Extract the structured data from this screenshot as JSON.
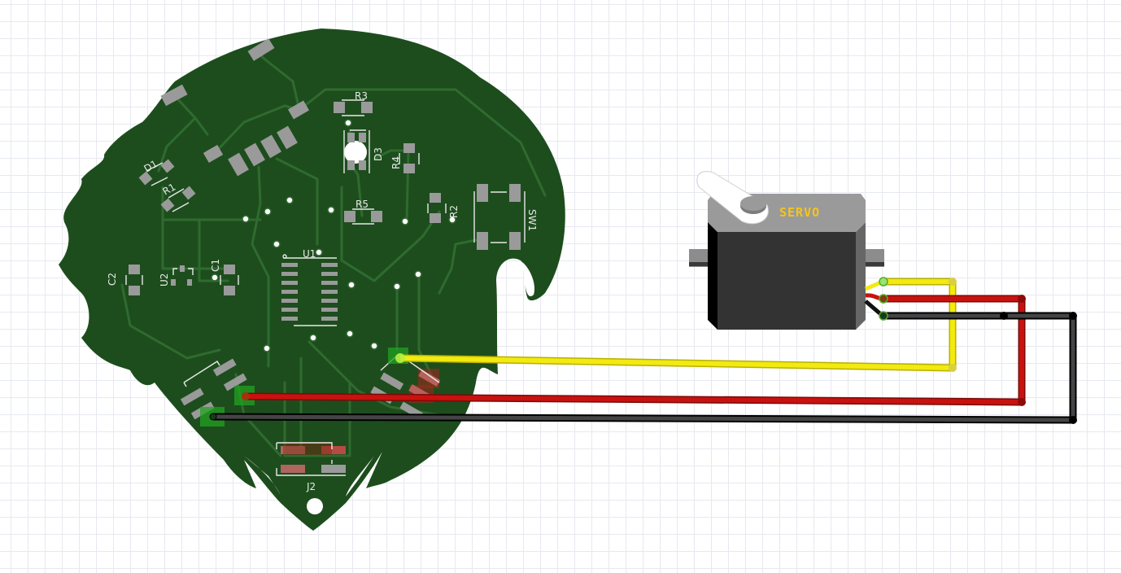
{
  "view": {
    "type": "breadboard-schematic",
    "grid": "on"
  },
  "pcb": {
    "name": "eagle-head-pcb",
    "color": "#1d4d1d",
    "components": [
      {
        "ref": "R3",
        "label": "R3"
      },
      {
        "ref": "R4",
        "label": "R4"
      },
      {
        "ref": "R5",
        "label": "R5"
      },
      {
        "ref": "R2",
        "label": "R2"
      },
      {
        "ref": "D3",
        "label": "D3"
      },
      {
        "ref": "SW1",
        "label": "SW1"
      },
      {
        "ref": "D1",
        "label": "D1"
      },
      {
        "ref": "R1",
        "label": "R1"
      },
      {
        "ref": "C1",
        "label": "C1"
      },
      {
        "ref": "C2",
        "label": "C2"
      },
      {
        "ref": "U2",
        "label": "U2"
      },
      {
        "ref": "U1",
        "label": "U1"
      },
      {
        "ref": "J2",
        "label": "J2"
      }
    ]
  },
  "servo": {
    "label": "SERVO",
    "body_color": "#333333",
    "top_color": "#9a9a9a",
    "label_color": "#f5c518",
    "pins": [
      "signal",
      "power",
      "ground"
    ]
  },
  "wires": [
    {
      "name": "signal-wire",
      "color": "#f2ea10",
      "from": "servo.signal",
      "to": "pcb.signal-pad"
    },
    {
      "name": "power-wire",
      "color": "#c8120f",
      "from": "servo.power",
      "to": "pcb.power-pad"
    },
    {
      "name": "ground-wire",
      "color": "#2b2b2b",
      "from": "servo.ground",
      "to": "pcb.ground-pad"
    }
  ]
}
